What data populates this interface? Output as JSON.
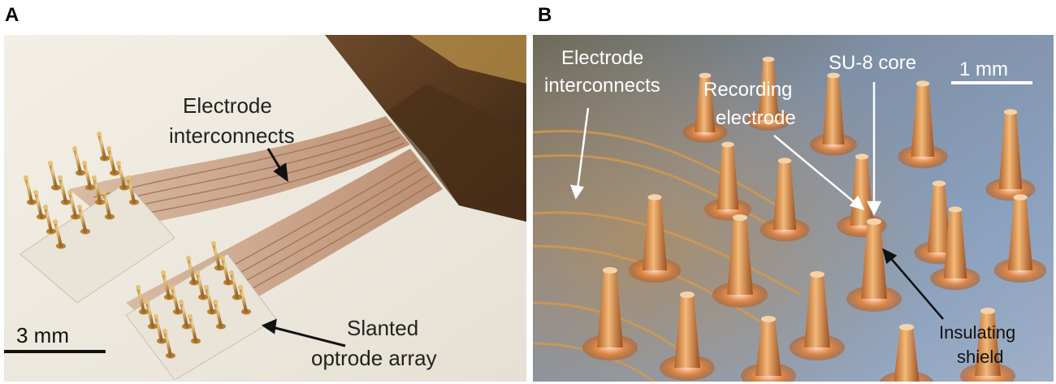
{
  "panels": [
    {
      "letter": "A",
      "labels": {
        "interconnects_line1": "Electrode",
        "interconnects_line2": "interconnects",
        "array_line1": "Slanted",
        "array_line2": "optrode array",
        "scale": "3 mm"
      }
    },
    {
      "letter": "B",
      "labels": {
        "interconnects_line1": "Electrode",
        "interconnects_line2": "interconnects",
        "core": "SU-8 core",
        "recording_line1": "Recording",
        "recording_line2": "electrode",
        "scale": "1 mm",
        "shield_line1": "Insulating",
        "shield_line2": "shield"
      }
    }
  ]
}
